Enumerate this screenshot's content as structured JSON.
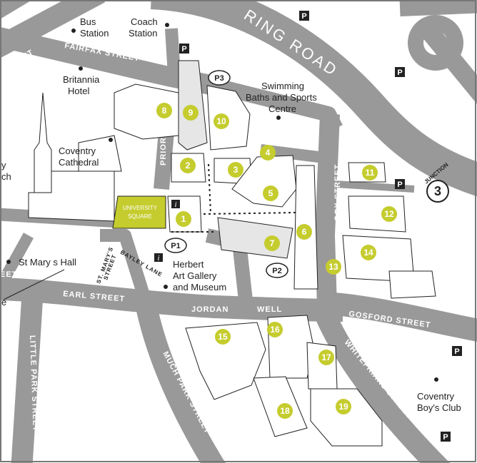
{
  "roads": {
    "ring_road": "RING ROAD",
    "fairfax_street": "FAIRFAX STREET",
    "priory_st": "PRIORY ST",
    "cox_street": "COX STREET",
    "earl_street": "EARL STREET",
    "jordan_well_1": "JORDAN",
    "jordan_well_2": "WELL",
    "gosford_street": "GOSFORD STREET",
    "much_park_street": "MUCH PARK STREET",
    "whitefriars_street": "WHITEFRIARS STREET",
    "little_park_street": "LITTLE PARK STREET",
    "st_marys_street_1": "ST. MARY'S",
    "st_marys_street_2": "STREET",
    "bayley_lane": "BAYLEY LANE",
    "street_left_top": "STREET",
    "street_left_mid": "EET"
  },
  "places": {
    "bus_station_1": "Bus",
    "bus_station_2": "Station",
    "coach_station_1": "Coach",
    "coach_station_2": "Station",
    "britannia_1": "Britannia",
    "britannia_2": "Hotel",
    "swimming_1": "Swimming",
    "swimming_2": "Baths and Sports",
    "swimming_3": "Centre",
    "cathedral_1": "Coventry",
    "cathedral_2": "Cathedral",
    "st_marys_hall": "St Mary s Hall",
    "herbert_1": "Herbert",
    "herbert_2": "Art Gallery",
    "herbert_3": "and Museum",
    "boys_club_1": "Coventry",
    "boys_club_2": "Boy's Club",
    "university_square_1": "UNIVERSITY",
    "university_square_2": "SQUARE",
    "edge_y": "y",
    "edge_ch": "ch",
    "edge_e": "e"
  },
  "junction": {
    "label": "JUNCTION",
    "number": "3"
  },
  "info_symbol": "i",
  "parking": {
    "symbol": "P",
    "p1": "P1",
    "p2": "P2",
    "p3": "P3"
  },
  "buildings": [
    "1",
    "2",
    "3",
    "4",
    "5",
    "6",
    "7",
    "8",
    "9",
    "10",
    "11",
    "12",
    "13",
    "14",
    "15",
    "16",
    "17",
    "18",
    "19"
  ],
  "colors": {
    "road": "#999999",
    "road_label": "#ffffff",
    "marker": "#c5cc2e",
    "university_square": "#c5cc2e",
    "ink": "#222222"
  }
}
